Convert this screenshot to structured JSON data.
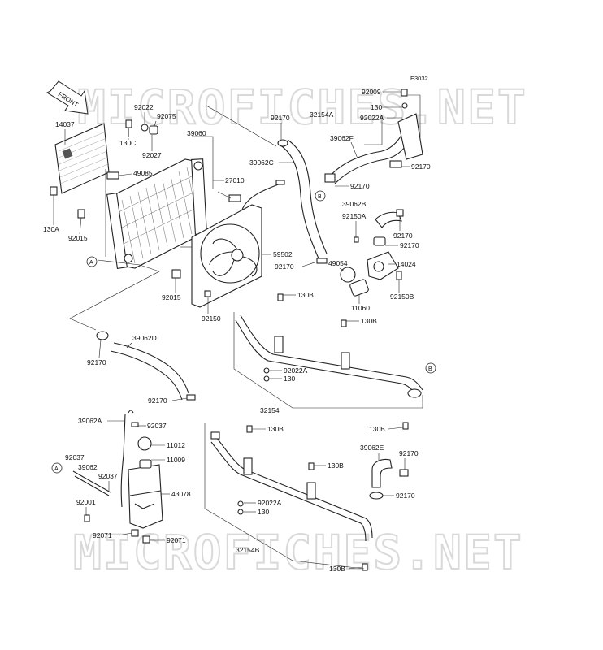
{
  "diagram_code": "E3032",
  "watermark": "MICROFICHES.NET",
  "front_arrow_label": "FRONT",
  "callouts": {
    "a": "A",
    "b": "B"
  },
  "parts": {
    "p92009": "92009",
    "p130_top": "130",
    "p32154A": "32154A",
    "p92022A_top": "92022A",
    "p92170_top": "92170",
    "p39062F": "39062F",
    "p92170_f": "92170",
    "p92170_b1": "92170",
    "p92022": "92022",
    "p92075": "92075",
    "p14037": "14037",
    "p130C": "130C",
    "p92027": "92027",
    "p39060": "39060",
    "p49085": "49085",
    "p27010": "27010",
    "p39062C": "39062C",
    "p130A": "130A",
    "p92015_l": "92015",
    "p39062B": "39062B",
    "p92150A": "92150A",
    "p92170_b2": "92170",
    "p92170_b3": "92170",
    "p59502": "59502",
    "p92170_m": "92170",
    "p49054": "49054",
    "p14024": "14024",
    "p92015_m": "92015",
    "p92150": "92150",
    "p11060": "11060",
    "p92150B": "92150B",
    "p130B_1": "130B",
    "p130B_2": "130B",
    "p39062D": "39062D",
    "p92170_d": "92170",
    "p92022A_m": "92022A",
    "p130_m": "130",
    "p32154": "32154",
    "p92170_e": "92170",
    "p130B_3": "130B",
    "p39062A": "39062A",
    "p92037_a": "92037",
    "p130B_4": "130B",
    "p11012": "11012",
    "p11009": "11009",
    "p39062E": "39062E",
    "p92170_g": "92170",
    "p130B_5": "130B",
    "p92037_b": "92037",
    "p39062": "39062",
    "p92037_c": "92037",
    "p43078": "43078",
    "p92170_h": "92170",
    "p92022A_b": "92022A",
    "p130_b": "130",
    "p92001": "92001",
    "p92071_l": "92071",
    "p92071_r": "92071",
    "p32154B": "32154B",
    "p130B_6": "130B"
  }
}
